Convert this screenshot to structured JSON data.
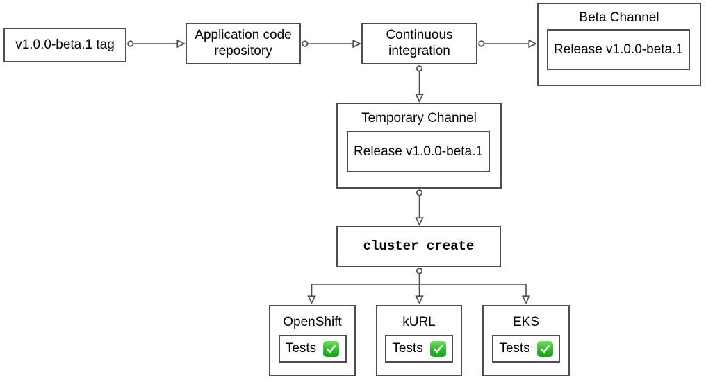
{
  "nodes": {
    "tag": {
      "label": "v1.0.0-beta.1 tag"
    },
    "repo": {
      "label": "Application code repository"
    },
    "ci": {
      "label": "Continuous integration"
    },
    "beta": {
      "title": "Beta Channel",
      "release_label": "Release v1.0.0-beta.1"
    },
    "temp": {
      "title": "Temporary Channel",
      "release_label": "Release v1.0.0-beta.1"
    },
    "cluster_create": {
      "label": "cluster create"
    }
  },
  "clusters": [
    {
      "title": "OpenShift",
      "tests_label": "Tests",
      "status_icon": "check-mark-icon"
    },
    {
      "title": "kURL",
      "tests_label": "Tests",
      "status_icon": "check-mark-icon"
    },
    {
      "title": "EKS",
      "tests_label": "Tests",
      "status_icon": "check-mark-icon"
    }
  ],
  "colors": {
    "box_border": "#4d4d4d",
    "connector": "#4d4d4d",
    "text": "#000000",
    "check_green": "#2cba2a",
    "background": "#ffffff"
  }
}
